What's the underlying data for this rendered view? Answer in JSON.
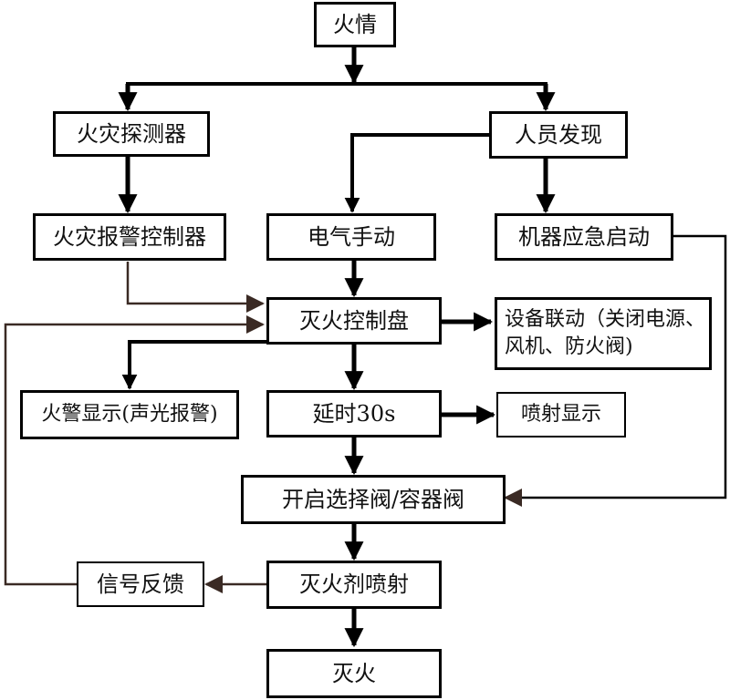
{
  "diagram": {
    "nodes": {
      "fire": "火情",
      "detector": "火灾探测器",
      "person": "人员发现",
      "alarm_controller": "火灾报警控制器",
      "electric_manual": "电气手动",
      "machine_emergency": "机器应急启动",
      "control_panel": "灭火控制盘",
      "linkage_line1": "设备联动（关闭电源、",
      "linkage_line2": "风机、防火阀)",
      "fire_alarm_display": "火警显示(声光报警)",
      "delay": "延时30s",
      "spray_display": "喷射显示",
      "open_valve": "开启选择阀/容器阀",
      "feedback": "信号反馈",
      "agent_spray": "灭火剂喷射",
      "extinguish": "灭火"
    },
    "colors": {
      "border": "#000000",
      "thick_arrow": "#000000",
      "thin_arrow": "#3a2a24",
      "text": "#111111"
    }
  }
}
